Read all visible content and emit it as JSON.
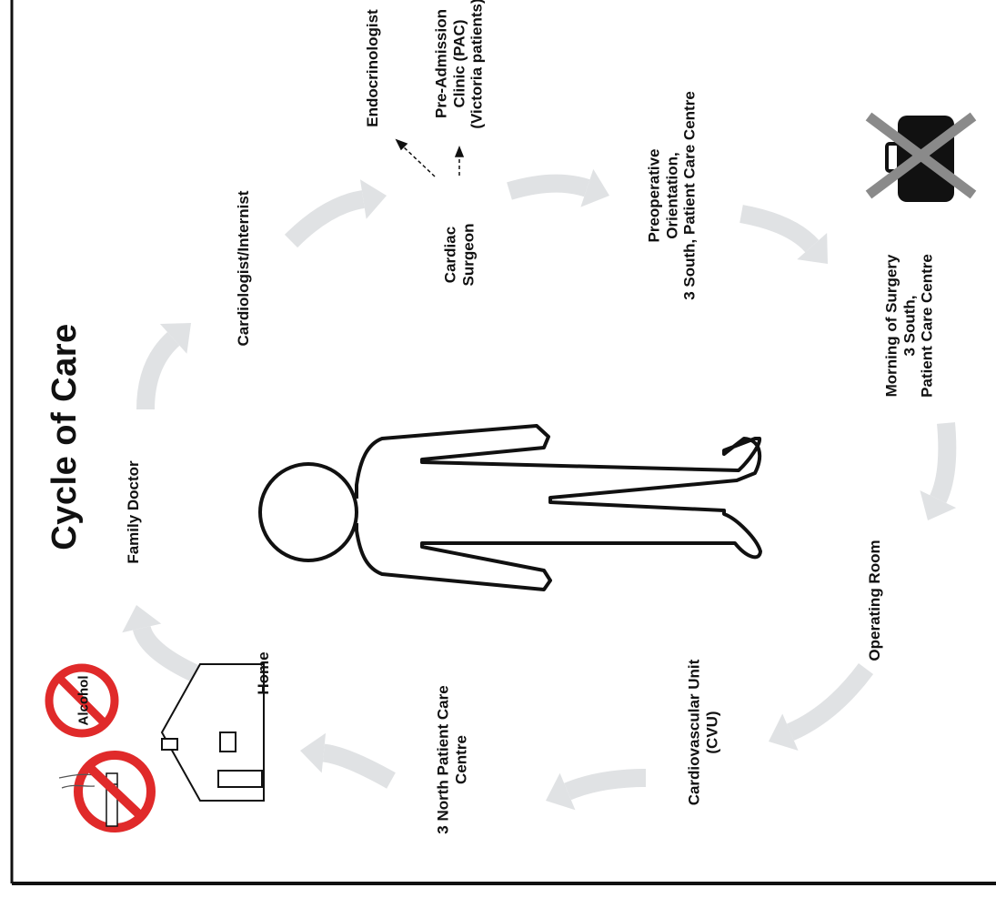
{
  "title": "Cycle of Care",
  "nodes": {
    "family_doctor": "Family Doctor",
    "cardiologist": "Cardiologist/Internist",
    "cardiac_surgeon": [
      "Cardiac",
      "Surgeon"
    ],
    "endocrinologist": "Endocrinologist",
    "pac": [
      "Pre-Admission",
      "Clinic (PAC)",
      "(Victoria patients)"
    ],
    "preop": [
      "Preoperative",
      "Orientation,",
      "3 South, Patient Care Centre"
    ],
    "morning": [
      "Morning of Surgery",
      "3 South,",
      "Patient Care Centre"
    ],
    "operating_room": "Operating Room",
    "cvu": [
      "Cardiovascular Unit",
      "(CVU)"
    ],
    "north": [
      "3 North Patient Care",
      "Centre"
    ],
    "home": "Home"
  },
  "icons": {
    "no_alcohol_text": "Alcohol"
  },
  "colors": {
    "arrow": "#e0e2e4",
    "ink": "#111111",
    "prohibit_red": "#e02a2a",
    "cross_gray": "#8a8a8a"
  }
}
